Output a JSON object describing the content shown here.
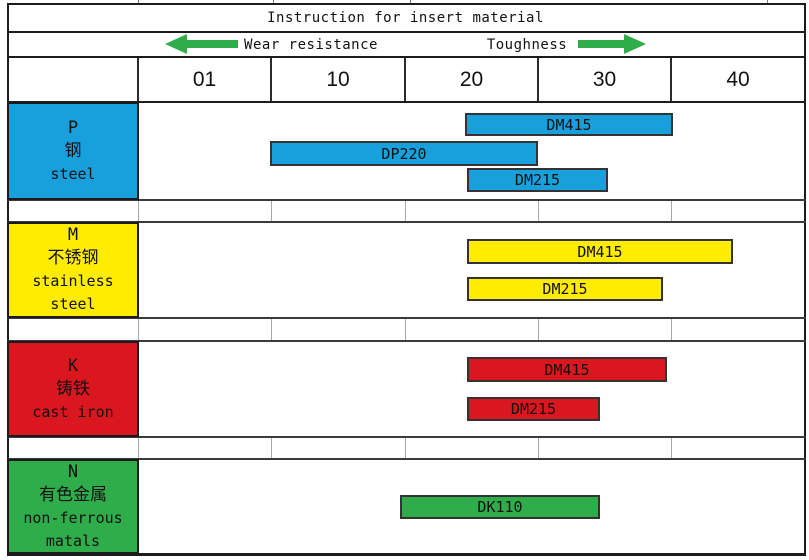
{
  "title": "Instruction for insert material",
  "legend": {
    "wear": "Wear resistance",
    "toughness": "Toughness"
  },
  "axis_ticks": [
    "01",
    "10",
    "20",
    "30",
    "40"
  ],
  "colors": {
    "p_blue": "#18a0dc",
    "m_yellow": "#ffec00",
    "k_red": "#da161f",
    "n_green": "#2fad4b",
    "arrow_green": "#2eac4a",
    "grid_dark": "#1c1c1c"
  },
  "rows": [
    {
      "lines": [
        "P",
        "钢",
        "steel"
      ]
    },
    {
      "lines": [
        "M",
        "不锈钢",
        "stainless",
        "steel"
      ]
    },
    {
      "lines": [
        "K",
        "铸铁",
        "cast iron"
      ]
    },
    {
      "lines": [
        "N",
        "有色金属",
        "non-ferrous",
        "matals"
      ]
    }
  ],
  "chart_data": {
    "type": "bar",
    "subtype": "horizontal-range-gantt",
    "title": "Instruction for insert material",
    "xlabel_left": "Wear resistance",
    "xlabel_right": "Toughness",
    "x_ticks": [
      "01",
      "10",
      "20",
      "30",
      "40"
    ],
    "x_range": [
      0,
      45
    ],
    "legend_position": "top",
    "grid": true,
    "series": [
      {
        "group": "P 钢 steel",
        "color": "#18a0dc",
        "bars": [
          {
            "label": "DM415",
            "range": [
              20,
              35
            ]
          },
          {
            "label": "DP220",
            "range": [
              5,
              25
            ]
          },
          {
            "label": "DM215",
            "range": [
              20,
              30
            ]
          }
        ]
      },
      {
        "group": "M 不锈钢 stainless steel",
        "color": "#ffec00",
        "bars": [
          {
            "label": "DM415",
            "range": [
              20,
              40
            ]
          },
          {
            "label": "DM215",
            "range": [
              20,
              35
            ]
          }
        ]
      },
      {
        "group": "K 铸铁 cast iron",
        "color": "#da161f",
        "bars": [
          {
            "label": "DM415",
            "range": [
              20,
              35
            ]
          },
          {
            "label": "DM215",
            "range": [
              20,
              30
            ]
          }
        ]
      },
      {
        "group": "N 有色金属 non-ferrous matals",
        "color": "#2fad4b",
        "bars": [
          {
            "label": "DK110",
            "range": [
              15,
              30
            ]
          }
        ]
      }
    ]
  }
}
